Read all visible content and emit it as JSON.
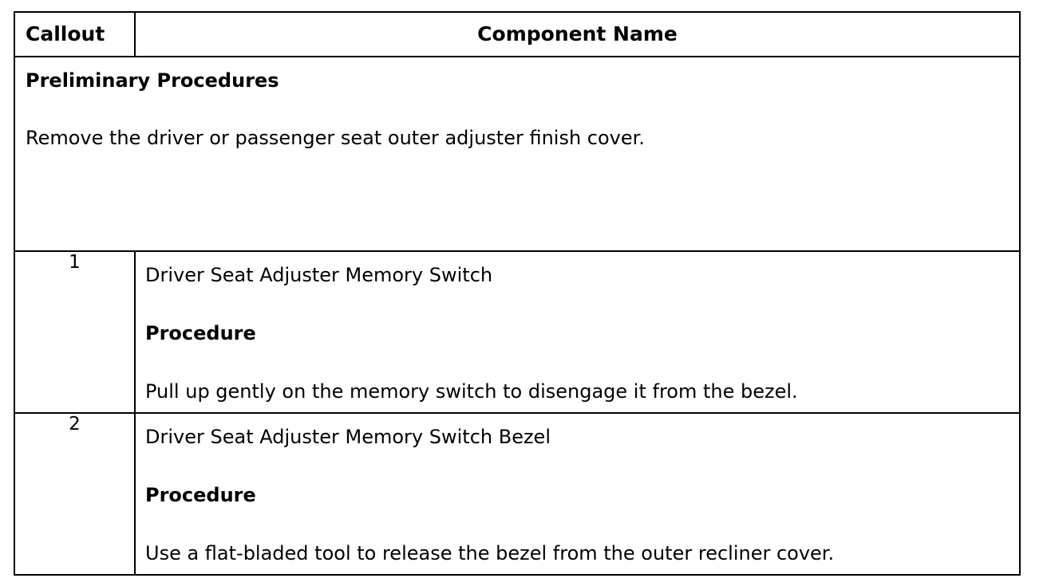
{
  "table": {
    "headers": {
      "callout": "Callout",
      "component_name": "Component Name"
    },
    "preliminary": {
      "title": "Preliminary Procedures",
      "text": "Remove the driver or passenger seat outer adjuster finish cover."
    },
    "rows": [
      {
        "callout": "1",
        "component_name": "Driver Seat Adjuster Memory Switch",
        "procedure_label": "Procedure",
        "procedure_text": "Pull up gently on the memory switch to disengage it from the bezel."
      },
      {
        "callout": "2",
        "component_name": "Driver Seat Adjuster Memory Switch Bezel",
        "procedure_label": "Procedure",
        "procedure_text": "Use a flat-bladed tool to release the bezel from the outer recliner cover."
      }
    ]
  },
  "colors": {
    "border": "#000000",
    "text": "#000000",
    "background": "#ffffff"
  }
}
